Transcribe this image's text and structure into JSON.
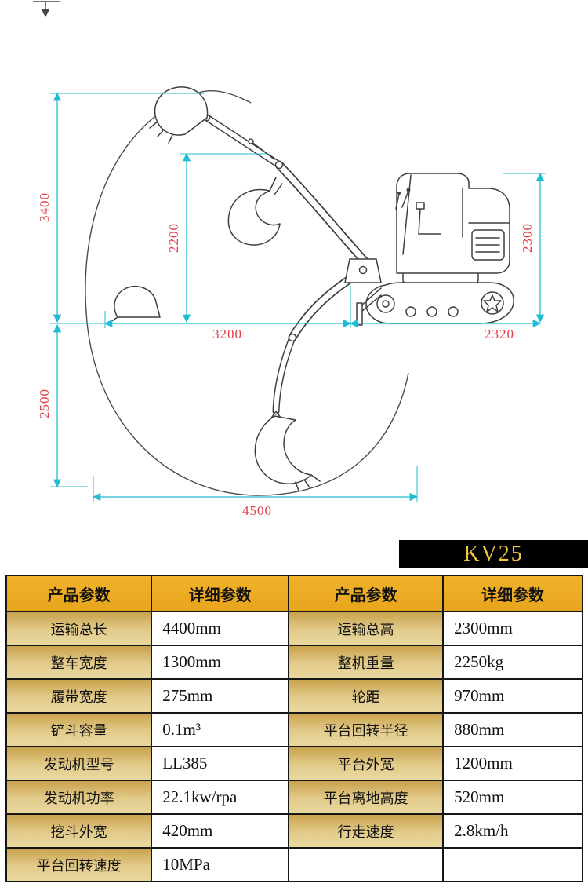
{
  "colors": {
    "accent_gold": "#f0b228",
    "badge_text": "#f2c63e",
    "dim_text": "#e04048",
    "dim_line": "#20bcd4"
  },
  "model": {
    "name": "KV25"
  },
  "diagram": {
    "dims": {
      "d3400": "3400",
      "d2200": "2200",
      "d2300": "2300",
      "d3200": "3200",
      "d2320": "2320",
      "d2500": "2500",
      "d4500": "4500"
    }
  },
  "table": {
    "headers": [
      "产品参数",
      "详细参数",
      "产品参数",
      "详细参数"
    ],
    "rows": [
      [
        "运输总长",
        "4400mm",
        "运输总高",
        "2300mm"
      ],
      [
        "整车宽度",
        "1300mm",
        "整机重量",
        "2250kg"
      ],
      [
        "履带宽度",
        "275mm",
        "轮距",
        "970mm"
      ],
      [
        "铲斗容量",
        "0.1m³",
        "平台回转半径",
        "880mm"
      ],
      [
        "发动机型号",
        "LL385",
        "平台外宽",
        "1200mm"
      ],
      [
        "发动机功率",
        "22.1kw/rpa",
        "平台离地高度",
        "520mm"
      ],
      [
        "挖斗外宽",
        "420mm",
        "行走速度",
        "2.8km/h"
      ],
      [
        "平台回转速度",
        "10MPa",
        "",
        ""
      ]
    ]
  }
}
